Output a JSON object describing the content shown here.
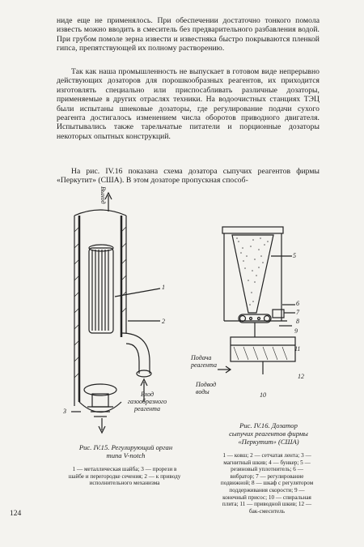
{
  "text": {
    "p1": "ниде еще не применялось. При обеспечении достаточно тонкого помола известь можно вводить в смеситель без предварительного разбавления водой. При грубом помоле зерна извести и известняка быстро покрываются пленкой гипса, препятствующей их полному растворению.",
    "p2": "Так как наша промышленность не выпускает в готовом виде непрерывно действующих дозаторов для порошкообразных реагентов, их приходится изготовлять специально или приспосабливать различные дозаторы, применяемые в других отраслях техники. На водоочистных станциях ТЭЦ были испытаны шнековые дозаторы, где регулирование подачи сухого реагента достигалось изменением числа оборотов приводного двигателя. Испытывались также тарельчатые питатели и порционные дозаторы некоторых опытных конструкций.",
    "p3": "На рис. IV.16 показана схема дозатора сыпучих реагентов фирмы «Перкутит» (США). В этом дозаторе пропускная способ-"
  },
  "figure_15": {
    "caption_title": "Рис. IV.15. Регулирующий орган типа V-notch",
    "legend": "1 — металлическая шайба; 3 — прорези в шайбе и перегородке сечения; 2 — к приводу исполнительного механизма",
    "label_exit": "Выход",
    "label_inlet": "Вход газообразного реагента",
    "num_1": "1",
    "num_2": "2",
    "num_3": "3"
  },
  "figure_16": {
    "caption_title": "Рис. IV.16. Дозатор сыпучих реагентов фирмы «Перкутит» (США)",
    "legend": "1 — ковш; 2 — сетчатая лента; 3 — магнитный шкив; 4 — бункер; 5 — резиновый уплотнитель; 6 — вибратор; 7 — регулирование подвижной; 8 — шкаф с регулятором поддерживания скорости; 9 — конечный присос; 10 — спиральная плита; 11 — приводной шкив; 12 — бак-смеситель",
    "label_chem_in": "Подача реагента",
    "label_water_in": "Подвод воды",
    "nums": [
      "5",
      "6",
      "7",
      "8",
      "9",
      "11",
      "12",
      "10"
    ]
  },
  "page_number": "124"
}
